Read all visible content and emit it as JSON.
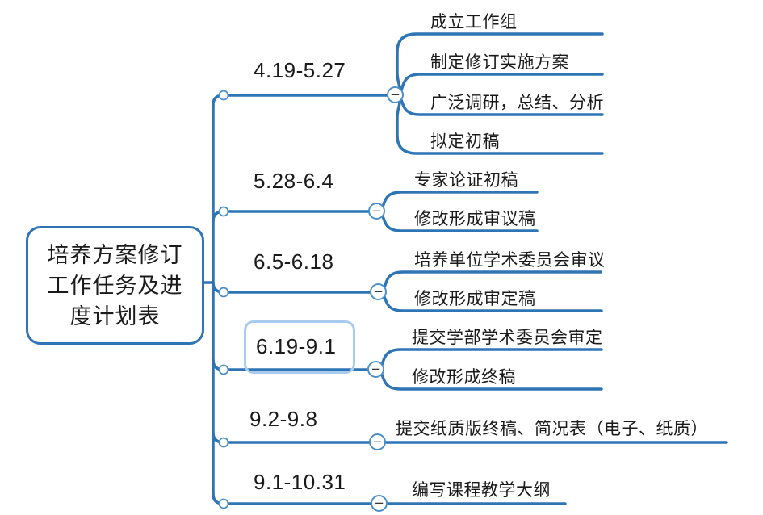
{
  "root": {
    "label": "培养方案修订工作任务及进度计划表"
  },
  "branches": [
    {
      "label": "4.19-5.27",
      "children": [
        "成立工作组",
        "制定修订实施方案",
        "广泛调研，总结、分析",
        "拟定初稿"
      ]
    },
    {
      "label": "5.28-6.4",
      "children": [
        "专家论证初稿",
        "修改形成审议稿"
      ]
    },
    {
      "label": "6.5-6.18",
      "children": [
        "培养单位学术委员会审议",
        "修改形成审定稿"
      ]
    },
    {
      "label": "6.19-9.1",
      "selected": "true",
      "children": [
        "提交学部学术委员会审定",
        "修改形成终稿"
      ]
    },
    {
      "label": "9.2-9.8",
      "children": [
        "提交纸质版终稿、简况表（电子、纸质）"
      ]
    },
    {
      "label": "9.1-10.31",
      "children": [
        "编写课程教学大纲"
      ]
    }
  ],
  "icons": {
    "collapse_minus": "−"
  },
  "colors": {
    "line_blue": "#2E75B6",
    "circle_stroke_blue": "#4A8FC7",
    "selection_blue": "#A9CCEE",
    "text": "#1A1A1A",
    "background": "#FFFFFF"
  }
}
